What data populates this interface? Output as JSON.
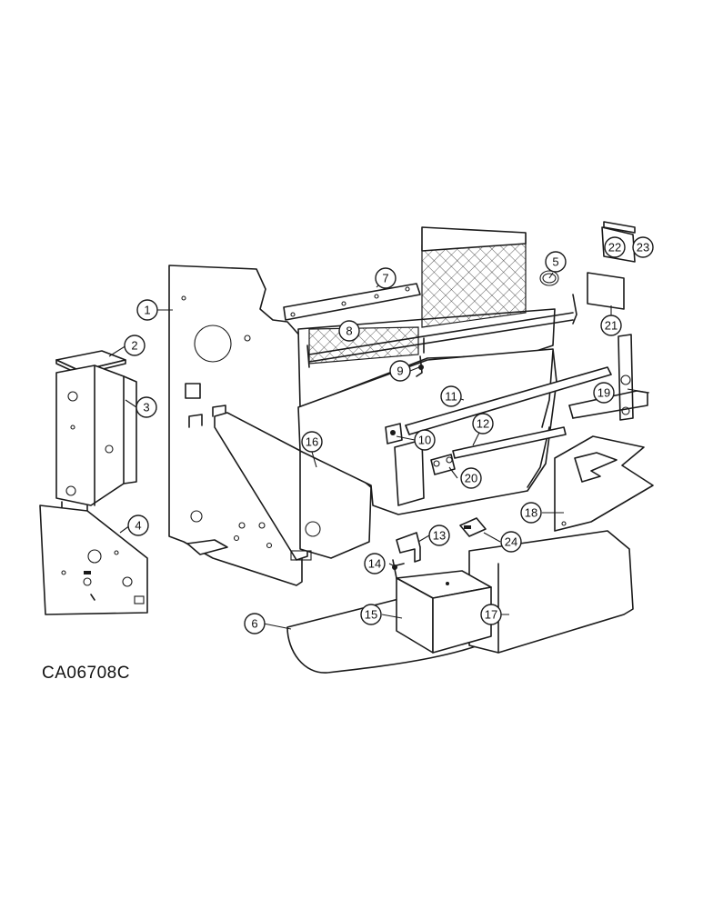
{
  "drawing": {
    "code": "CA06708C"
  },
  "callouts": [
    {
      "n": "1"
    },
    {
      "n": "2"
    },
    {
      "n": "3"
    },
    {
      "n": "4"
    },
    {
      "n": "5"
    },
    {
      "n": "6"
    },
    {
      "n": "7"
    },
    {
      "n": "8"
    },
    {
      "n": "9"
    },
    {
      "n": "10"
    },
    {
      "n": "11"
    },
    {
      "n": "12"
    },
    {
      "n": "13"
    },
    {
      "n": "14"
    },
    {
      "n": "15"
    },
    {
      "n": "16"
    },
    {
      "n": "17"
    },
    {
      "n": "18"
    },
    {
      "n": "19"
    },
    {
      "n": "20"
    },
    {
      "n": "21"
    },
    {
      "n": "22"
    },
    {
      "n": "23"
    },
    {
      "n": "24"
    }
  ]
}
